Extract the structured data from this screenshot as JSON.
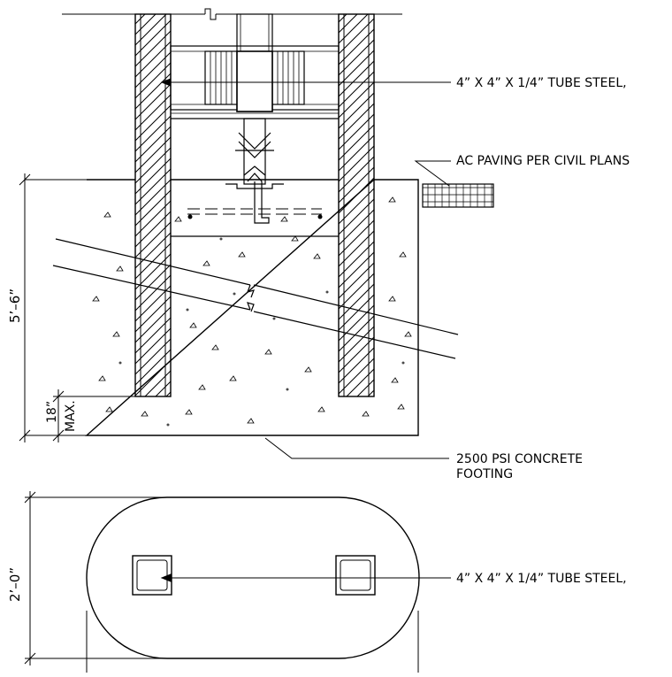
{
  "labels": {
    "tube_steel_top": "4” X 4” X 1/4” TUBE STEEL,",
    "ac_paving": "AC PAVING PER CIVIL PLANS",
    "concrete_line1": "2500 PSI CONCRETE",
    "concrete_line2": "FOOTING",
    "tube_steel_plan": "4” X 4” X 1/4” TUBE STEEL,"
  },
  "dimensions": {
    "footing_depth": "5’–6”",
    "embed_depth": "18”",
    "embed_depth_qualifier": "MAX.",
    "plan_width": "2’–0”"
  }
}
